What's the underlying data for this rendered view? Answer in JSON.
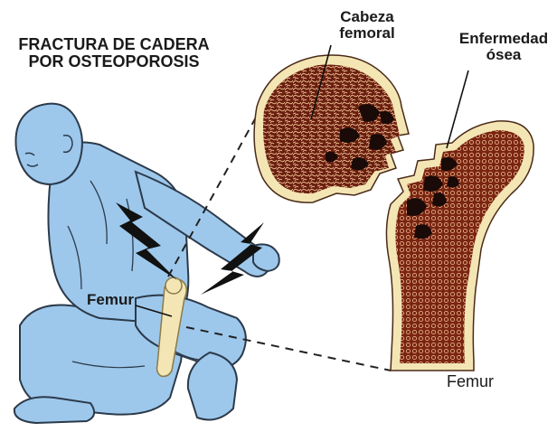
{
  "title": {
    "line1": "FRACTURA DE CADERA",
    "line2": "POR OSTEOPOROSIS"
  },
  "labels": {
    "cabeza_line1": "Cabeza",
    "cabeza_line2": "femoral",
    "enfermedad_line1": "Enfermedad",
    "enfermedad_line2": "ósea",
    "femur_left": "Femur",
    "femur_right": "Femur"
  },
  "colors": {
    "body_fill": "#9dc8ec",
    "body_outline": "#2c3a4a",
    "bone_fill": "#f3e6b4",
    "bone_inner": "#6a1e10",
    "bone_trabecula": "#e7b98a",
    "lesion": "#1a0a08",
    "lightning": "#111111"
  },
  "icons": {
    "pain": "lightning-bolt-icon"
  }
}
